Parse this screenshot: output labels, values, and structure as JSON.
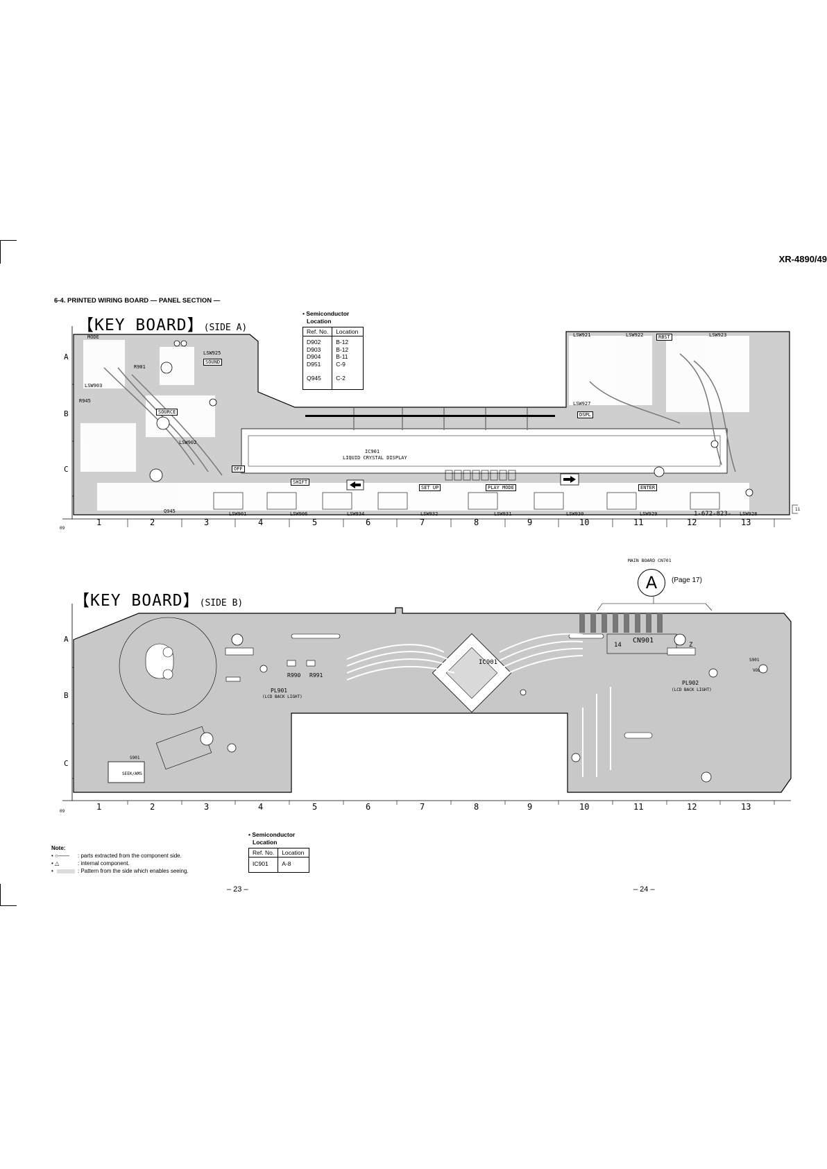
{
  "header": {
    "model": "XR-4890/49"
  },
  "section_title": "6-4. PRINTED WIRING BOARD — PANEL SECTION —",
  "side_a": {
    "title": "【KEY BOARD】",
    "side": "(SIDE A)",
    "semiconductor": {
      "heading_1": "• Semiconductor",
      "heading_2": "Location",
      "columns": [
        "Ref. No.",
        "Location"
      ],
      "rows": [
        {
          "ref": "D902",
          "loc": "B-12"
        },
        {
          "ref": "D903",
          "loc": "B-12"
        },
        {
          "ref": "D904",
          "loc": "B-11"
        },
        {
          "ref": "D951",
          "loc": "C-9"
        },
        {
          "ref": "Q945",
          "loc": "C-2"
        }
      ]
    },
    "labels": {
      "ic": "IC901",
      "lcd": "LIQUID CRYSTAL DISPLAY",
      "shift": "SHIFT",
      "set_up": "SET UP",
      "play_mode": "PLAY MODE",
      "enter": "ENTER",
      "dspl": "DSPL",
      "rbst": "RBST",
      "source": "SOURCE",
      "sound": "SOUND",
      "mode": "MODE",
      "off": "OFF",
      "board_no": "1-672-823-",
      "lsw901": "LSW901",
      "lsw906": "LSW906",
      "lsw934": "LSW934",
      "lsw932": "LSW932",
      "lsw931": "LSW931",
      "lsw930": "LSW930",
      "lsw929": "LSW929",
      "lsw928": "LSW928",
      "lsw902": "LSW902",
      "lsw903": "LSW903",
      "lsw925": "LSW925",
      "lsw921": "LSW921",
      "lsw922": "LSW922",
      "lsw923": "LSW923",
      "lsw927": "LSW927",
      "q945": "Q945",
      "r901": "R901",
      "r945": "R945",
      "corner_label": "09",
      "box11": "11"
    },
    "rows": [
      "A",
      "B",
      "C"
    ],
    "cols": [
      "1",
      "2",
      "3",
      "4",
      "5",
      "6",
      "7",
      "8",
      "9",
      "10",
      "11",
      "12",
      "13"
    ]
  },
  "side_b": {
    "title": "【KEY BOARD】",
    "side": "(SIDE B)",
    "connector": {
      "caption": "MAIN BOARD CN701",
      "letter": "A",
      "page_ref": "(Page 17)",
      "cn": "CN901",
      "pin_left": "14",
      "pin_right": "Z"
    },
    "labels": {
      "ic": "IC901",
      "pl901": "PL901",
      "pl901_desc": "(LCD BACK LIGHT)",
      "pl902": "PL902",
      "pl902_desc": "(LCD BACK LIGHT)",
      "r990": "R990",
      "r991": "R991",
      "s901": "S901",
      "sefk": "SEEK/AMS",
      "s901_right": "S901",
      "vol": "VOL",
      "corner_label": "09"
    },
    "semiconductor": {
      "heading_1": "• Semiconductor",
      "heading_2": "Location",
      "columns": [
        "Ref. No.",
        "Location"
      ],
      "rows": [
        {
          "ref": "IC901",
          "loc": "A-8"
        }
      ]
    },
    "rows": [
      "A",
      "B",
      "C"
    ],
    "cols": [
      "1",
      "2",
      "3",
      "4",
      "5",
      "6",
      "7",
      "8",
      "9",
      "10",
      "11",
      "12",
      "13"
    ]
  },
  "notes": {
    "title": "Note:",
    "items": [
      {
        "symbol": "• ○——",
        "text": ": parts extracted from the component side."
      },
      {
        "symbol": "•   △",
        "text": ": internal component."
      },
      {
        "symbol": "•",
        "text": ": Pattern from the side which enables seeing."
      }
    ]
  },
  "pages": {
    "left": "– 23 –",
    "right": "– 24 –"
  },
  "colors": {
    "pcb_fill": "#c8c8c8",
    "trace": "#ffffff",
    "line": "#000000"
  }
}
